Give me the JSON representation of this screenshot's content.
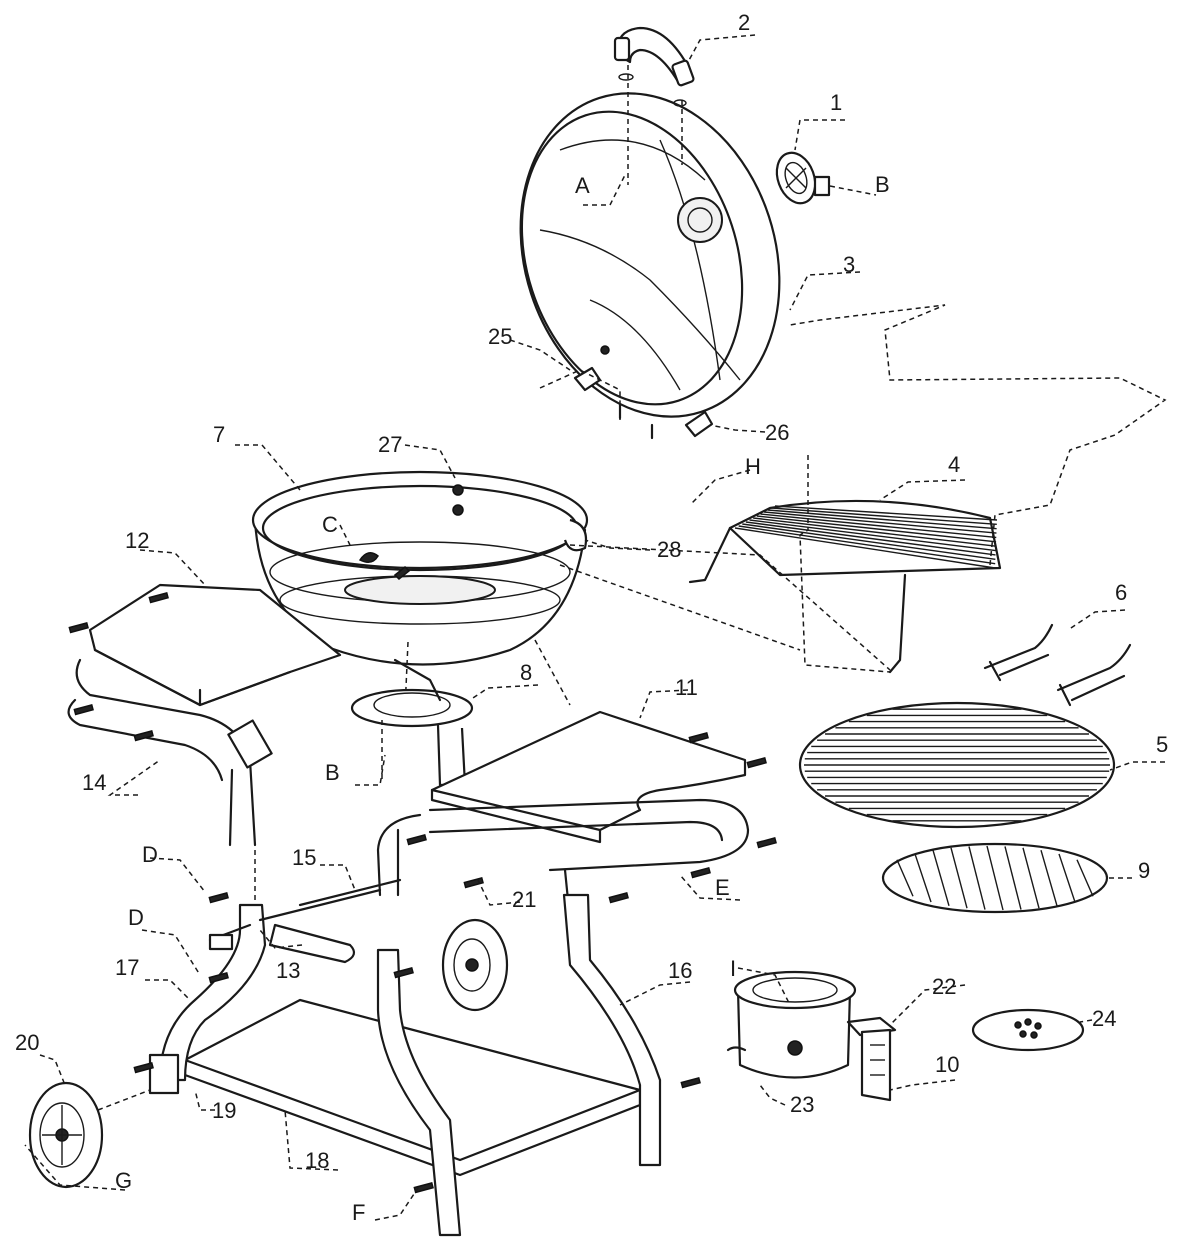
{
  "diagram": {
    "part_labels": [
      "1",
      "2",
      "3",
      "4",
      "5",
      "6",
      "7",
      "8",
      "9",
      "10",
      "11",
      "12",
      "13",
      "14",
      "15",
      "16",
      "17",
      "18",
      "19",
      "20",
      "21",
      "22",
      "23",
      "24",
      "25",
      "26",
      "27",
      "28"
    ],
    "hardware_labels": [
      "A",
      "B",
      "B",
      "C",
      "D",
      "D",
      "E",
      "F",
      "G",
      "H",
      "I"
    ]
  },
  "labels": {
    "p1": "1",
    "p2": "2",
    "p3": "3",
    "p4": "4",
    "p5": "5",
    "p6": "6",
    "p7": "7",
    "p8": "8",
    "p9": "9",
    "p10": "10",
    "p11": "11",
    "p12": "12",
    "p13": "13",
    "p14": "14",
    "p15": "15",
    "p16": "16",
    "p17": "17",
    "p18": "18",
    "p19": "19",
    "p20": "20",
    "p21": "21",
    "p22": "22",
    "p23": "23",
    "p24": "24",
    "p25": "25",
    "p26": "26",
    "p27": "27",
    "p28": "28",
    "hA": "A",
    "hB1": "B",
    "hB2": "B",
    "hC": "C",
    "hD1": "D",
    "hD2": "D",
    "hE": "E",
    "hF": "F",
    "hG": "G",
    "hH": "H",
    "hI": "I"
  }
}
